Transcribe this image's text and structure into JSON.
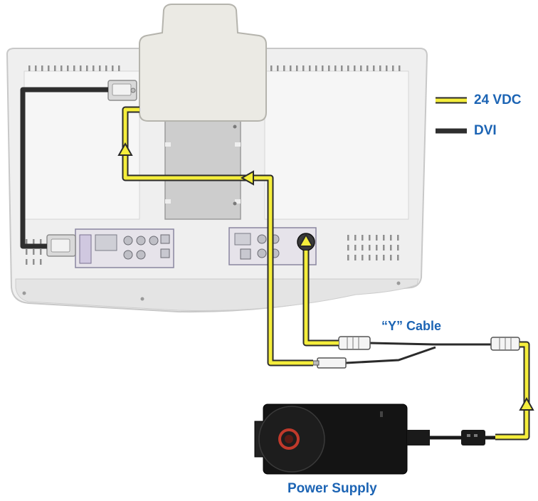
{
  "legend": {
    "items": [
      {
        "label": "24 VDC",
        "line_color": "#f5ee3c",
        "outline_color": "#2b2b2b"
      },
      {
        "label": "DVI",
        "line_color": "#2e2e2e"
      }
    ]
  },
  "labels": {
    "y_cable": "“Y” Cable",
    "power_supply": "Power Supply"
  },
  "colors": {
    "label_text": "#1c64b4",
    "monitor_body": "#eeeeee",
    "adapter_box": "#ecebe5",
    "power_supply": "#111111",
    "mount_plate": "#cfcfcf"
  }
}
